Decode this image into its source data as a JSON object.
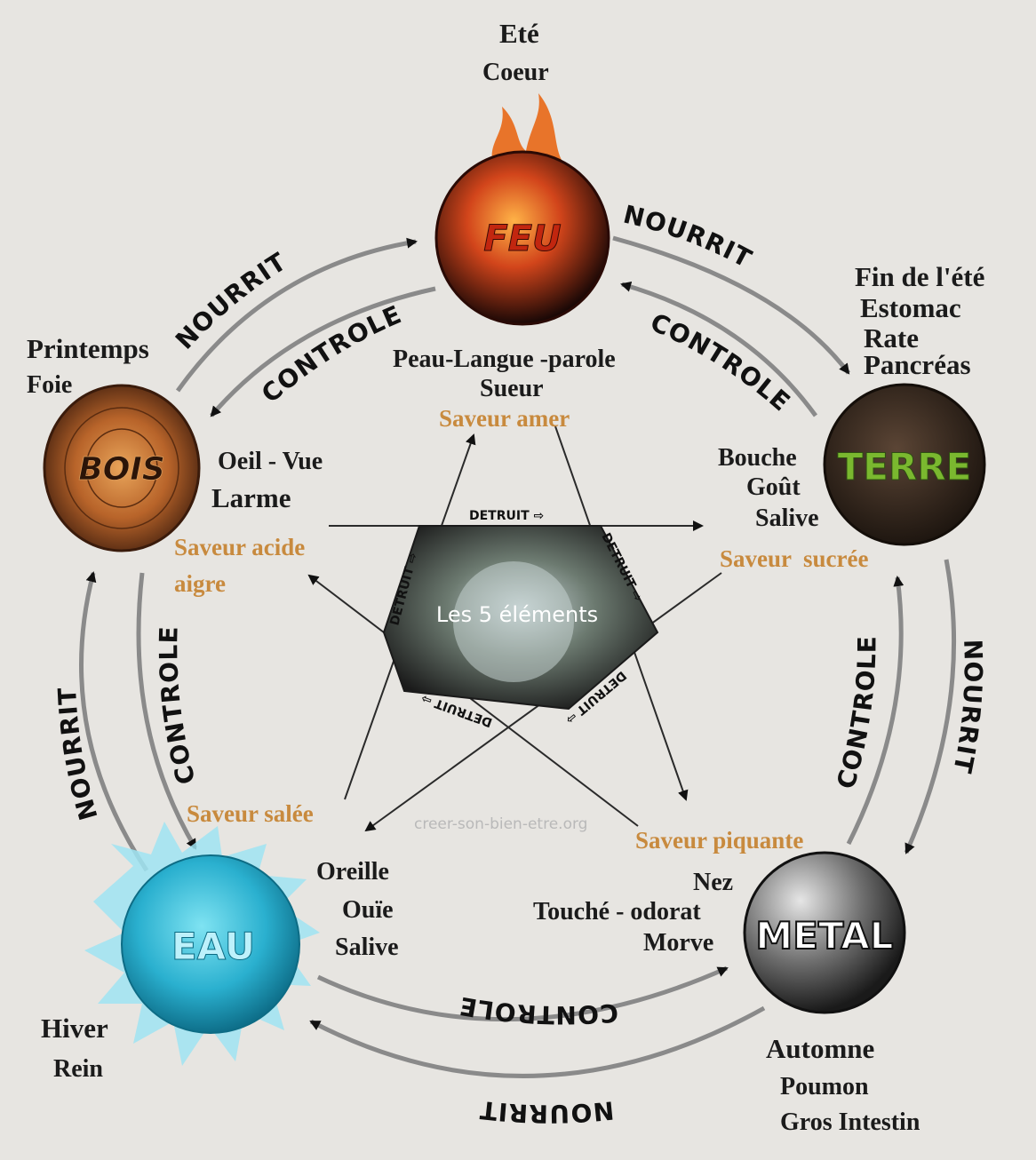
{
  "center": {
    "label": "Les 5 éléments"
  },
  "watermark": "creer-son-bien-etre.org",
  "arc_labels": {
    "nourrit": "NOURRIT",
    "controle": "CONTROLE",
    "detruit": "DETRUIT"
  },
  "elements": {
    "feu": {
      "name": "FEU",
      "color": "#d2551c",
      "season": "Eté",
      "organs": [
        "Coeur"
      ],
      "senses": [
        "Peau-Langue -parole",
        "Sueur"
      ],
      "saveur": "Saveur amer"
    },
    "terre": {
      "name": "TERRE",
      "color": "#3f2e22",
      "season": "Fin de l'été",
      "organs": [
        "Estomac",
        "Rate",
        "Pancréas"
      ],
      "senses": [
        "Bouche",
        "Goût",
        "Salive"
      ],
      "saveur": "Saveur  sucrée"
    },
    "metal": {
      "name": "METAL",
      "color": "#6e6e6e",
      "season": "Automne",
      "organs": [
        "Poumon",
        "Gros Intestin"
      ],
      "senses": [
        "Nez",
        "Touché - odorat",
        "Morve"
      ],
      "saveur": "Saveur piquante"
    },
    "eau": {
      "name": "EAU",
      "color": "#37b8d2",
      "season": "Hiver",
      "organs": [
        "Rein"
      ],
      "senses": [
        "Oreille",
        "Ouïe",
        "Salive"
      ],
      "saveur": "Saveur salée"
    },
    "bois": {
      "name": "BOIS",
      "color": "#8a4a1e",
      "season": "Printemps",
      "organs": [
        "Foie"
      ],
      "senses": [
        "Oeil - Vue",
        "Larme"
      ],
      "saveur_lines": [
        "Saveur acide",
        "aigre"
      ]
    }
  }
}
